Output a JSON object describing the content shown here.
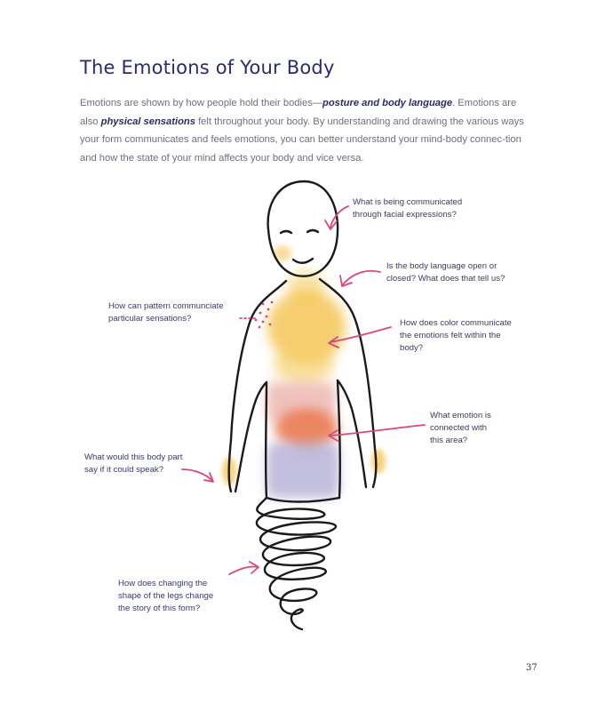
{
  "page": {
    "title": "The Emotions of Your Body",
    "intro": {
      "part1": "Emotions are shown by how people hold their bodies—",
      "em1": "posture and body language",
      "part2": ". Emotions are also ",
      "em2": "physical sensations",
      "part3": " felt throughout your body. By understanding and drawing the various ways your form communicates and feels emotions, you can better understand your mind-body connec-tion and how the state of your mind affects your body and vice versa."
    },
    "page_number": "37"
  },
  "illustration": {
    "annotations": [
      {
        "line1": "What is being communicated",
        "line2": "through facial expressions?",
        "line3": ""
      },
      {
        "line1": "Is the body language open or",
        "line2": "closed? What does that tell us?",
        "line3": ""
      },
      {
        "line1": "How can pattern communciate",
        "line2": "particular sensations?",
        "line3": ""
      },
      {
        "line1": "How does color communicate",
        "line2": "the emotions felt within the",
        "line3": "body?"
      },
      {
        "line1": "What emotion is",
        "line2": "connected with",
        "line3": "this area?"
      },
      {
        "line1": "What would this body part",
        "line2": "say if it could speak?",
        "line3": ""
      },
      {
        "line1": "How does changing the",
        "line2": "shape of the legs change",
        "line3": "the story of this form?"
      }
    ],
    "colors": {
      "outline": "#1a1a1a",
      "arrow": "#d8487a",
      "yellow": "#f4c350",
      "orange": "#e8744c",
      "pink": "#eaa8a0",
      "lavender": "#a9a3cf"
    }
  }
}
